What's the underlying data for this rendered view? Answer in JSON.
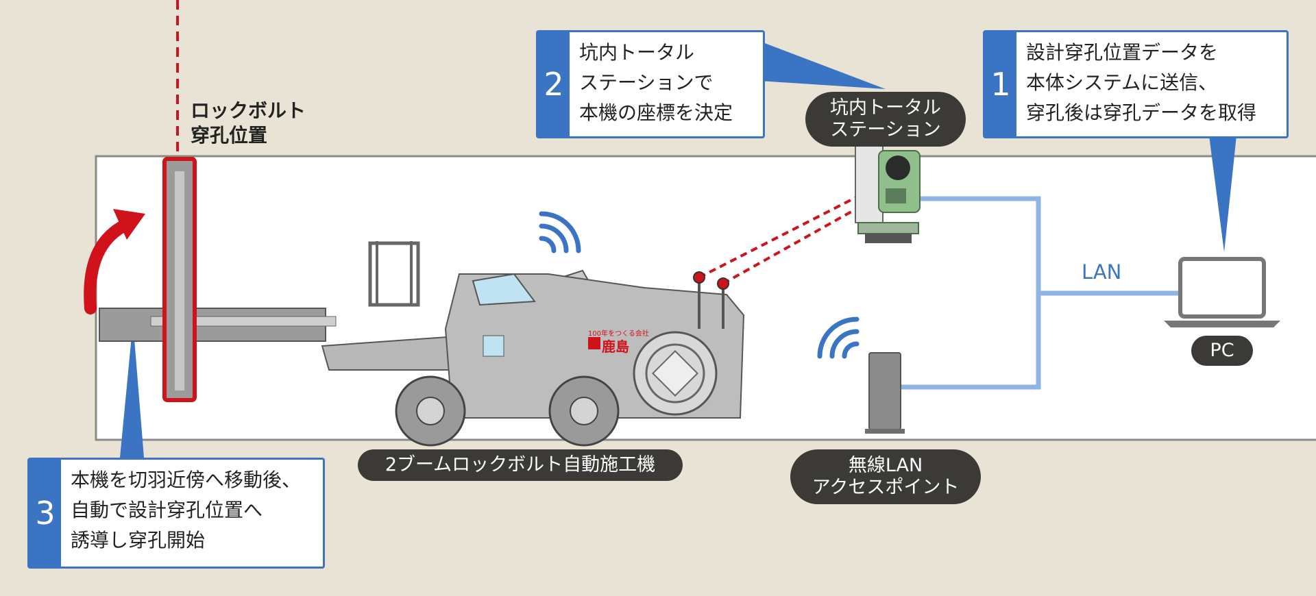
{
  "rockbolt_label": "ロックボルト\n穿孔位置",
  "steps": [
    {
      "number": "1",
      "text": "設計穿孔位置データを\n本体システムに送信、\n穿孔後は穿孔データを取得"
    },
    {
      "number": "2",
      "text": "坑内トータル\nステーションで\n本機の座標を決定"
    },
    {
      "number": "3",
      "text": "本機を切羽近傍へ移動後、\n自動で設計穿孔位置へ\n誘導し穿孔開始"
    }
  ],
  "labels": {
    "total_station": "坑内トータル\nステーション",
    "machine": "2ブームロックボルト自動施工機",
    "wireless_ap": "無線LAN\nアクセスポイント",
    "pc": "PC",
    "lan": "LAN",
    "company_logo": "鹿島",
    "company_slogan": "100年をつくる会社"
  },
  "colors": {
    "accent_blue": "#3b74c2",
    "lan_line": "#8fb3e3",
    "laser_red": "#d0121b",
    "background": "#e9e3d5",
    "pill": "#3b3a37"
  },
  "icons": [
    "total-station-icon",
    "laptop-icon",
    "wifi-icon",
    "router-icon",
    "rotate-arrow-icon",
    "drill-rig-icon"
  ]
}
